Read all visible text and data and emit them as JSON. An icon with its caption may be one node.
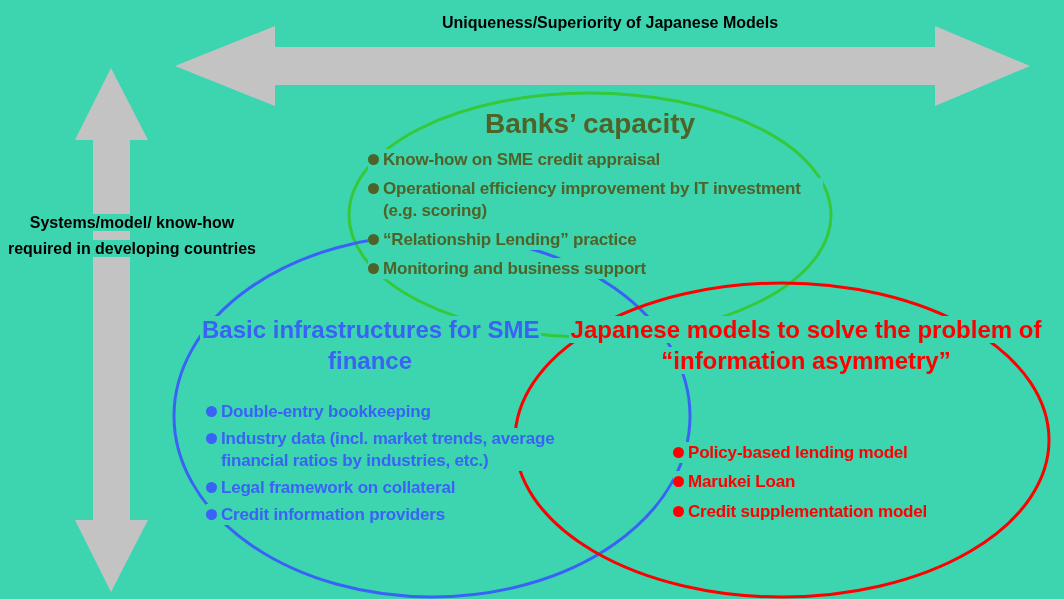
{
  "diagram": {
    "nodes": [
      {
        "text": [
          "Banks’ capacity",
          "Know-how on SME credit appraisal",
          "Operational efficiency improvement  by IT investment (e.g. scoring)",
          "“Relationship Lending” practice",
          "Monitoring and business support"
        ]
      },
      {
        "text": [
          "Basic infrastructures for SME finance",
          "Double-entry bookkeeping",
          "Industry data (incl. market trends, average financial ratios by industries, etc.)",
          "Legal framework on collateral",
          "Credit information providers"
        ]
      },
      {
        "text": [
          "Japanese models to solve the problem of “information asymmetry”",
          "Policy-based lending model",
          "Marukei Loan",
          "Credit supplementation model"
        ]
      }
    ],
    "labels": [
      "Uniqueness/Superiority of Japanese Models",
      "Systems/model/ know-how required in developing countries"
    ]
  }
}
